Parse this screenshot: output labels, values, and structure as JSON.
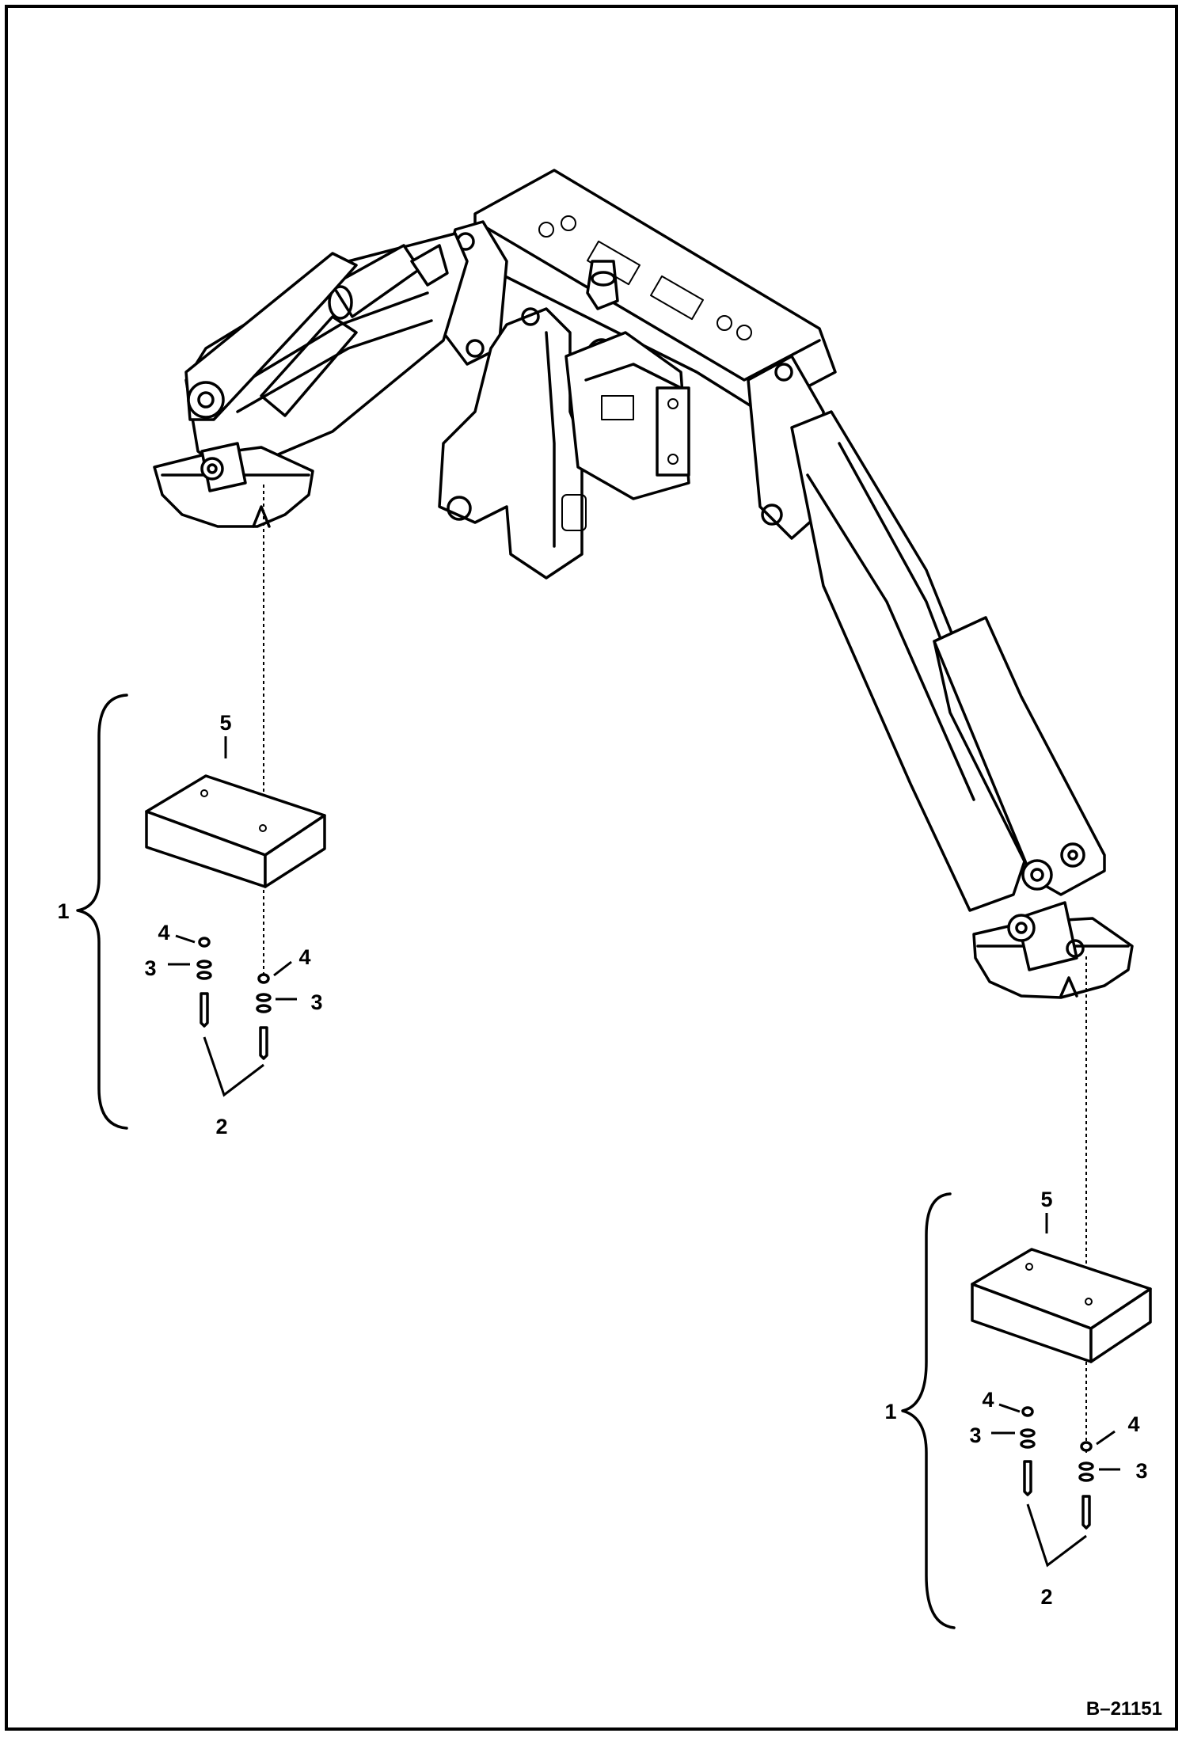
{
  "diagram": {
    "reference_code": "B–21151",
    "callouts": {
      "assembly": "1",
      "bolt": "2",
      "washer": "3",
      "nut": "4",
      "pad": "5"
    }
  }
}
